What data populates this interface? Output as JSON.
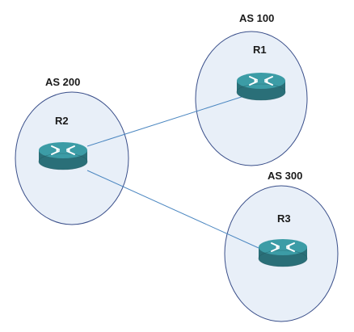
{
  "colors": {
    "cloud_fill": "#e8eff8",
    "cloud_stroke": "#3a4f8a",
    "link": "#4a86c0",
    "router_top": "#3c9ca6",
    "router_side": "#2a6f78",
    "router_arrows": "#ffffff"
  },
  "autonomous_systems": [
    {
      "id": "as100",
      "label": "AS 100",
      "router": "R1"
    },
    {
      "id": "as200",
      "label": "AS 200",
      "router": "R2"
    },
    {
      "id": "as300",
      "label": "AS 300",
      "router": "R3"
    }
  ],
  "links": [
    {
      "from": "R2",
      "to": "R1"
    },
    {
      "from": "R2",
      "to": "R3"
    }
  ]
}
